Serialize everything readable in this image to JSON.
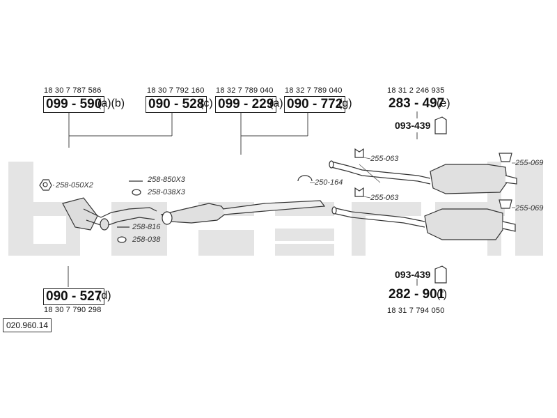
{
  "watermark_colors": {
    "bg": "#e3e3e3"
  },
  "top_groups": [
    {
      "oem": "18 30 7 787 586",
      "code": "099 - 590",
      "suffix": "(a)(b)"
    },
    {
      "oem": "18 30 7 792 160",
      "code": "090 - 528",
      "suffix": "(c)"
    },
    {
      "oem": "18 32 7 789 040",
      "code": "099 - 229",
      "suffix": "(a)"
    },
    {
      "oem": "18 32 7 789 040",
      "code": "090 - 772",
      "suffix": "(g)"
    }
  ],
  "right_top": {
    "oem": "18 31 2 246 935",
    "code": "283 - 497",
    "suffix": "(e)",
    "hanger": "093-439"
  },
  "right_bottom": {
    "oem": "18 31 7 794 050",
    "code": "282 - 901",
    "suffix": "(f)",
    "hanger": "093-439"
  },
  "bottom_left": {
    "oem": "18 30 7 790 298",
    "code": "090 - 527",
    "suffix": "(d)"
  },
  "small_parts": {
    "p1": "258-050X2",
    "p2": "258-850X3",
    "p3": "258-038X3",
    "p4": "258-816",
    "p5": "258-038",
    "p6": "255-063",
    "p7": "250-164",
    "p8": "255-063",
    "p9": "255-069",
    "p10": "255-069"
  },
  "reference": "020.960.14"
}
